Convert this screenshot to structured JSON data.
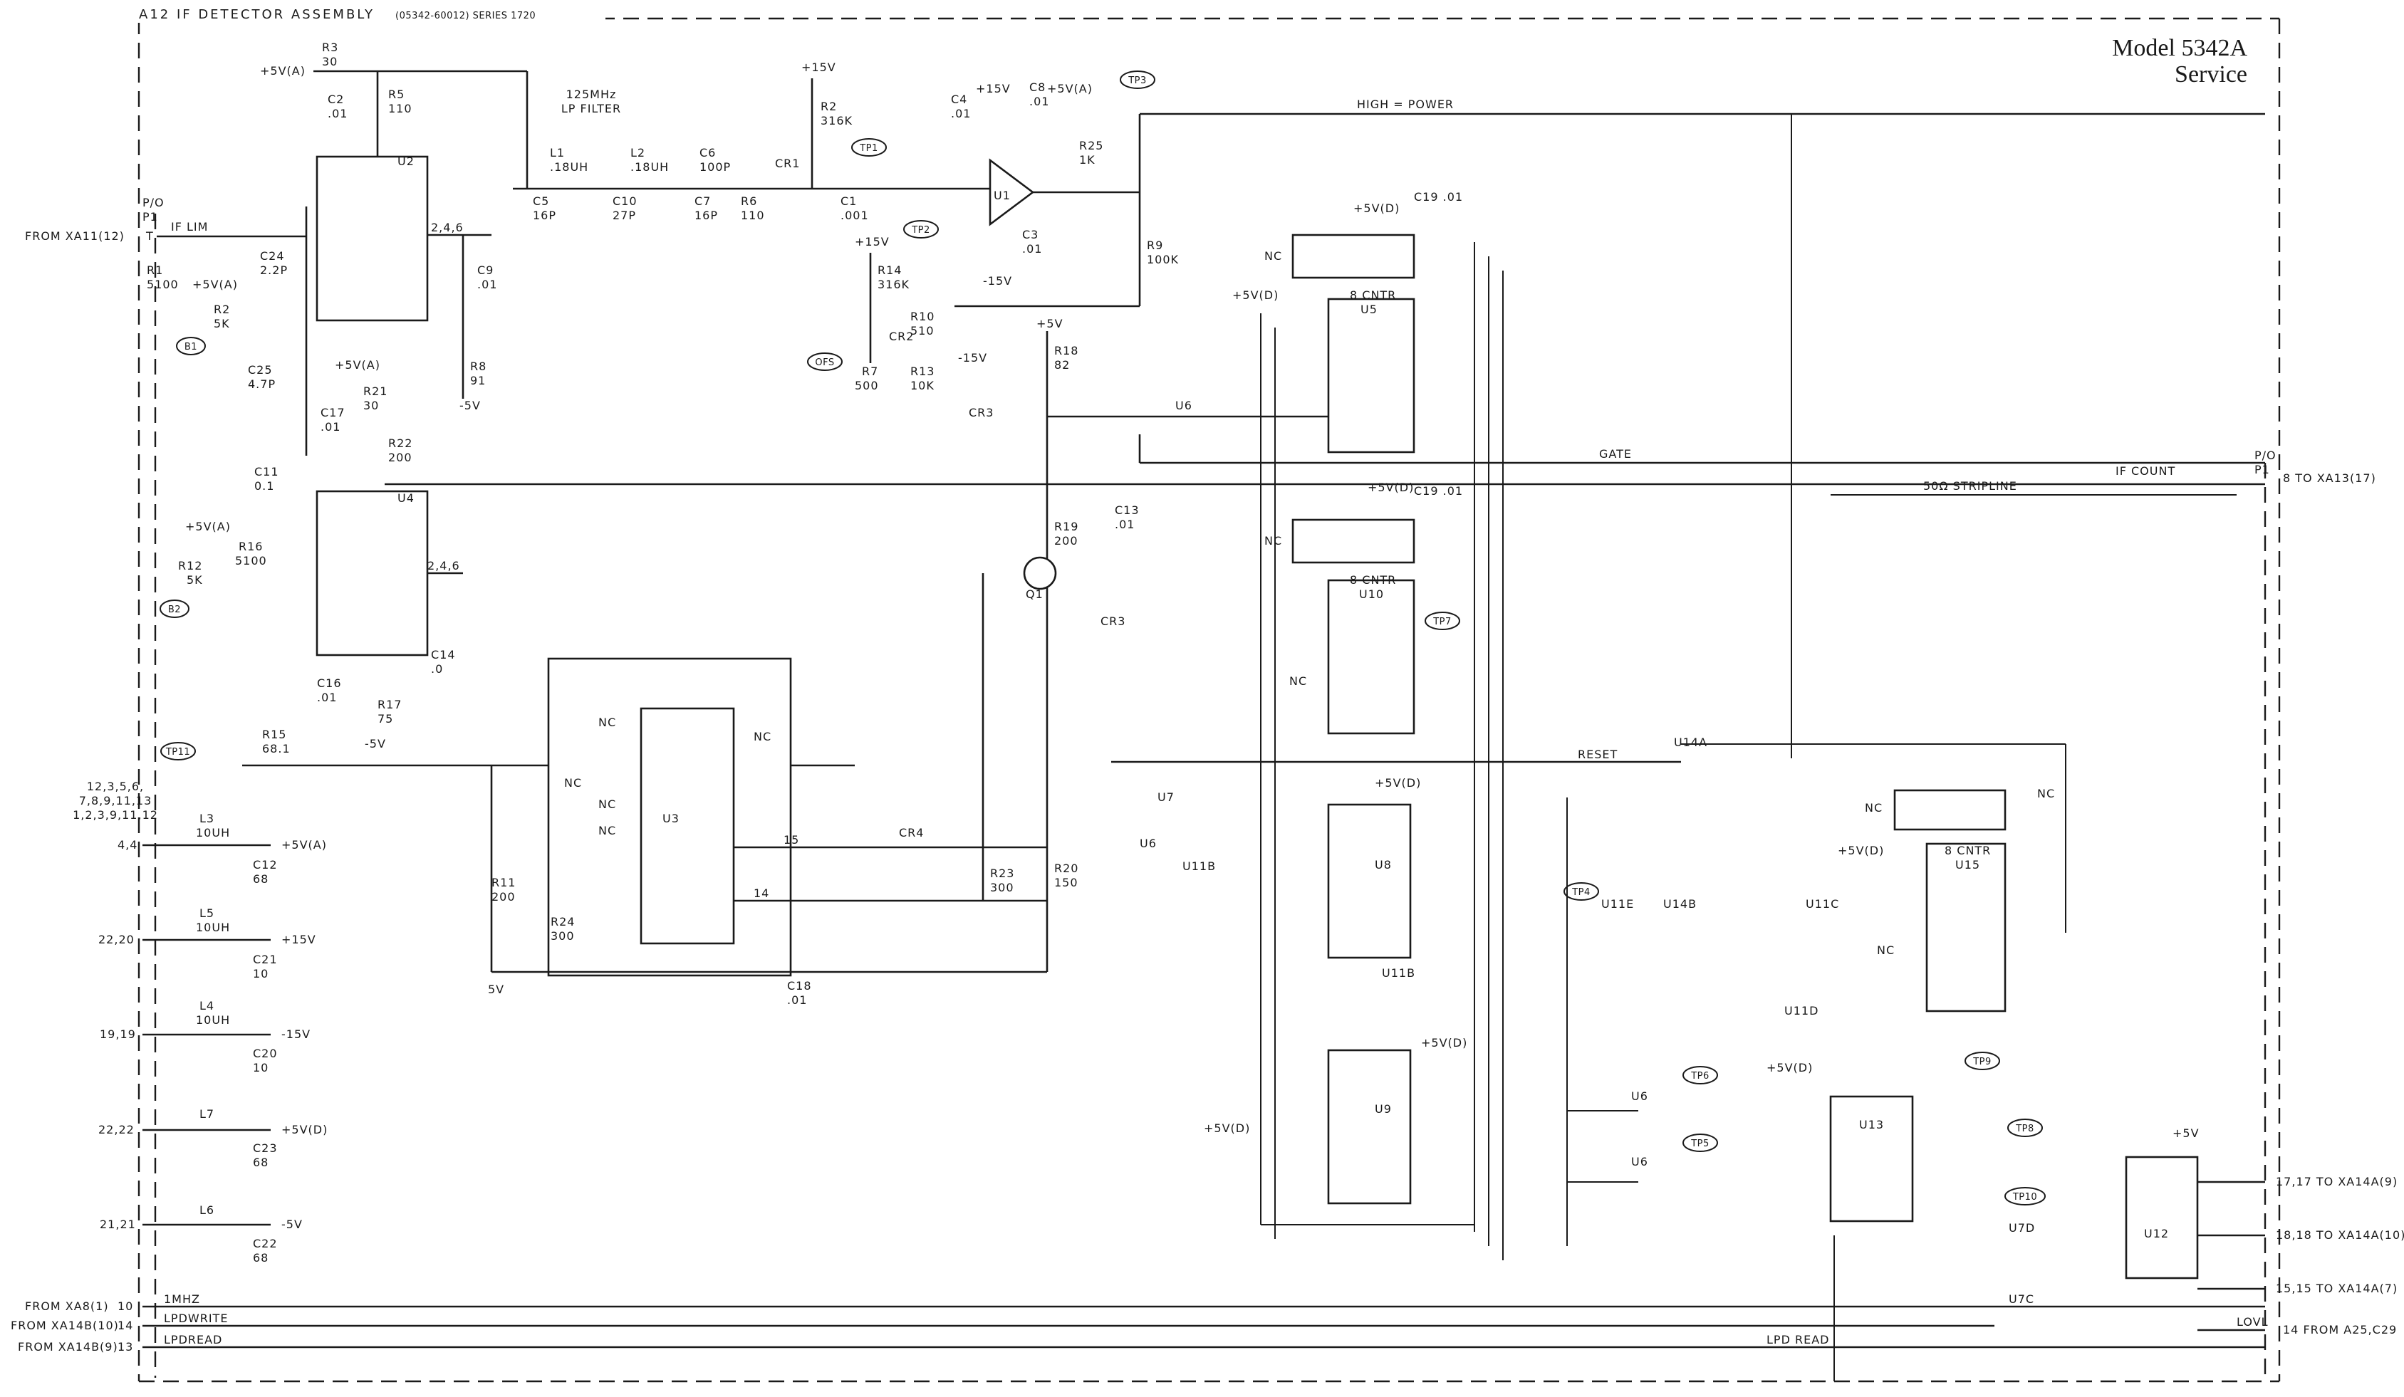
{
  "header": {
    "assembly_title": "A12 IF DETECTOR ASSEMBLY",
    "part_number": "(05342-60012) SERIES 1720",
    "model": "Model 5342A",
    "service": "Service"
  },
  "connectors": {
    "left_header": "P/O\nP1",
    "right_header": "P/O\nP1",
    "from_xa11": "FROM XA11(12)",
    "pin_t": "T",
    "from_xa8": "FROM XA8(1)",
    "from_xa14b_10": "FROM XA14B(10)",
    "from_xa14b_9": "FROM XA14B(9)",
    "pin_10": "10",
    "pin_14": "14",
    "pin_13": "13",
    "to_xa13": "8  TO XA13(17)",
    "to_xa14a_9": "17,17 TO XA14A(9)",
    "to_xa14a_10": "18,18  TO XA14A(10)",
    "to_xa14a_7": "15,15  TO XA14A(7)",
    "from_a25": "14  FROM A25,C29"
  },
  "signals": {
    "if_lim": "IF LIM",
    "high_power": "HIGH = POWER",
    "gate": "GATE",
    "if_count": "IF COUNT",
    "stripline": "50Ω STRIPLINE",
    "reset": "RESET",
    "one_mhz": "1MHZ",
    "lpd_write": "LPDWRITE",
    "lpd_read": "LPDREAD",
    "lpd_read_bus": "LPD READ",
    "lovl": "LOVL",
    "lp_filter": "125MHz\nLP FILTER"
  },
  "test_points": [
    "TP1",
    "TP2",
    "TP3",
    "TP4",
    "TP5",
    "TP6",
    "TP7",
    "TP8",
    "TP9",
    "TP10",
    "TP11",
    "B1",
    "B2",
    "OFS"
  ],
  "power_rails": {
    "p5va": "+5V(A)",
    "p15": "+15V",
    "m15": "-15V",
    "p5vd": "+5V(D)",
    "m5": "-5V",
    "p5": "+5V",
    "five_v": "5V"
  },
  "power_pins": {
    "multi": "12,3,5,6,\n7,8,9,11,13\n1,2,3,9,11,12",
    "p44": "4,4",
    "p2220": "22,20",
    "p1919": "19,19",
    "p2222": "22,22",
    "p2121": "21,21"
  },
  "components": {
    "resistors": [
      "R1 5100",
      "R2 5K",
      "R3 30",
      "R5 110",
      "R6 110",
      "R7 500",
      "R8 91",
      "R9 100K",
      "R10 510",
      "R11 200",
      "R12 5K",
      "R13 10K",
      "R14 316K",
      "R15 68.1",
      "R16 5100",
      "R17 75",
      "R18 82",
      "R19 200",
      "R20 150",
      "R21 30",
      "R22 200",
      "R23 300",
      "R24 300",
      "R25 1K",
      "R2 316K"
    ],
    "capacitors": [
      "C1 .001",
      "C2 .01",
      "C3 .01",
      "C4 .01",
      "C5 16P",
      "C6 100P",
      "C7 16P",
      "C8 .01",
      "C9 .01",
      "C10 27P",
      "C11 0.1",
      "C12 68",
      "C13 .01",
      "C14 .01",
      "C16 .01",
      "C17 .01",
      "C18 .01",
      "C19 .01",
      "C20 10",
      "C21 10",
      "C22 68",
      "C23 68",
      "C24 2.2P",
      "C25 4.7P"
    ],
    "inductors": [
      "L1 .18UH",
      "L2 .18UH",
      "L3 10UH",
      "L4 10UH",
      "L5 10UH",
      "L6",
      "L7"
    ],
    "diodes": [
      "CR1",
      "CR2",
      "CR3",
      "CR4"
    ],
    "transistors": [
      "Q1"
    ],
    "ics": [
      "U1",
      "U2",
      "U3",
      "U4",
      "U5",
      "U6",
      "U7",
      "U8",
      "U9",
      "U10",
      "U11",
      "U12",
      "U13",
      "U14A",
      "U15"
    ],
    "counter_label": "8 CNTR"
  }
}
